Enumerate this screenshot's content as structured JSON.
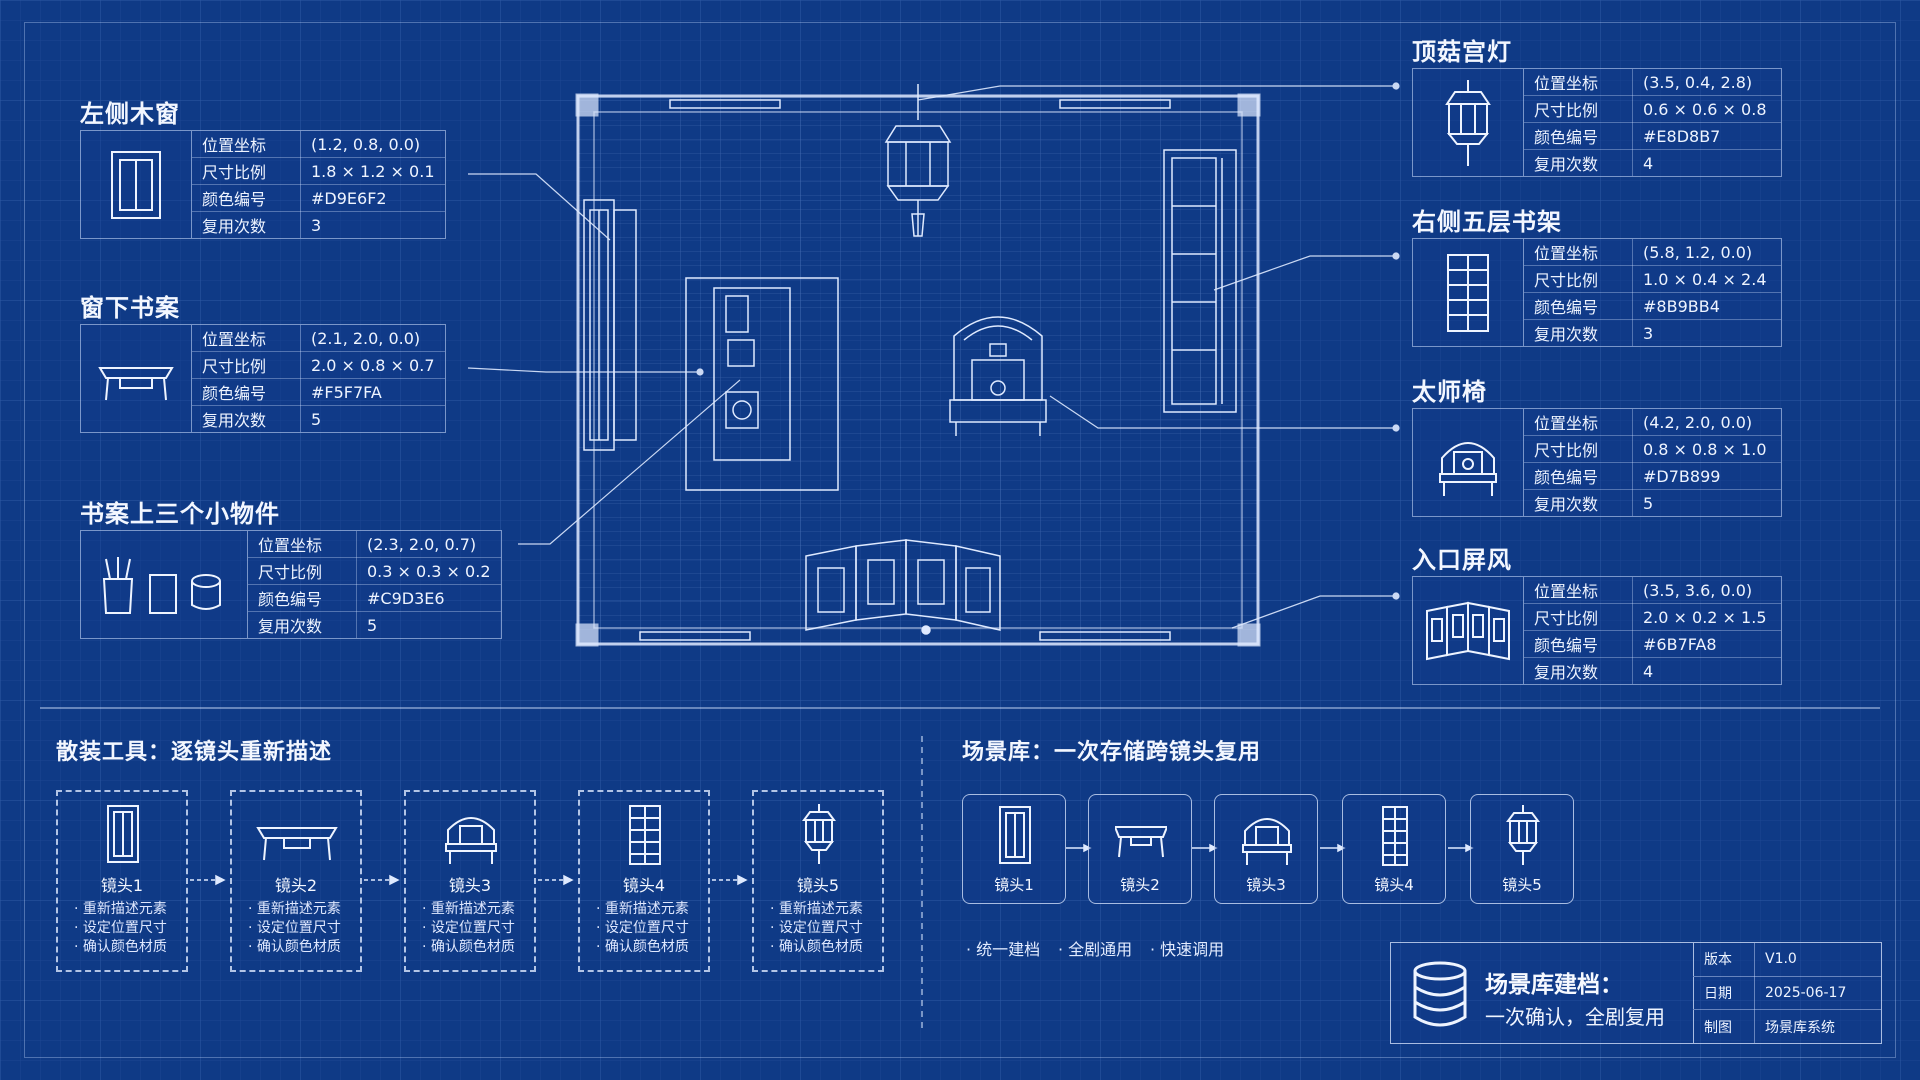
{
  "callouts": {
    "left_window": {
      "title": "左侧木窗",
      "rows": [
        {
          "k": "位置坐标",
          "v": "(1.2, 0.8, 0.0)"
        },
        {
          "k": "尺寸比例",
          "v": "1.8 × 1.2 × 0.1"
        },
        {
          "k": "颜色编号",
          "v": "#D9E6F2"
        },
        {
          "k": "复用次数",
          "v": "3"
        }
      ]
    },
    "desk": {
      "title": "窗下书案",
      "rows": [
        {
          "k": "位置坐标",
          "v": "(2.1, 2.0, 0.0)"
        },
        {
          "k": "尺寸比例",
          "v": "2.0 × 0.8 × 0.7"
        },
        {
          "k": "颜色编号",
          "v": "#F5F7FA"
        },
        {
          "k": "复用次数",
          "v": "5"
        }
      ]
    },
    "small_items": {
      "title": "书案上三个小物件",
      "rows": [
        {
          "k": "位置坐标",
          "v": "(2.3, 2.0, 0.7)"
        },
        {
          "k": "尺寸比例",
          "v": "0.3 × 0.3 × 0.2"
        },
        {
          "k": "颜色编号",
          "v": "#C9D3E6"
        },
        {
          "k": "复用次数",
          "v": "5"
        }
      ]
    },
    "lantern": {
      "title": "顶菇宫灯",
      "rows": [
        {
          "k": "位置坐标",
          "v": "(3.5, 0.4, 2.8)"
        },
        {
          "k": "尺寸比例",
          "v": "0.6 × 0.6 × 0.8"
        },
        {
          "k": "颜色编号",
          "v": "#E8D8B7"
        },
        {
          "k": "复用次数",
          "v": "4"
        }
      ]
    },
    "bookshelf": {
      "title": "右侧五层书架",
      "rows": [
        {
          "k": "位置坐标",
          "v": "(5.8, 1.2, 0.0)"
        },
        {
          "k": "尺寸比例",
          "v": "1.0 × 0.4 × 2.4"
        },
        {
          "k": "颜色编号",
          "v": "#8B9BB4"
        },
        {
          "k": "复用次数",
          "v": "3"
        }
      ]
    },
    "chair": {
      "title": "太师椅",
      "rows": [
        {
          "k": "位置坐标",
          "v": "(4.2, 2.0, 0.0)"
        },
        {
          "k": "尺寸比例",
          "v": "0.8 × 0.8 × 1.0"
        },
        {
          "k": "颜色编号",
          "v": "#D7B899"
        },
        {
          "k": "复用次数",
          "v": "5"
        }
      ]
    },
    "screen": {
      "title": "入口屏风",
      "rows": [
        {
          "k": "位置坐标",
          "v": "(3.5, 3.6, 0.0)"
        },
        {
          "k": "尺寸比例",
          "v": "2.0 × 0.2 × 1.5"
        },
        {
          "k": "颜色编号",
          "v": "#6B7FA8"
        },
        {
          "k": "复用次数",
          "v": "4"
        }
      ]
    }
  },
  "loose": {
    "title": "散装工具：逐镜头重新描述",
    "shots": [
      {
        "label": "镜头1",
        "icon": "window-icon"
      },
      {
        "label": "镜头2",
        "icon": "desk-icon"
      },
      {
        "label": "镜头3",
        "icon": "chair-icon"
      },
      {
        "label": "镜头4",
        "icon": "bookshelf-icon"
      },
      {
        "label": "镜头5",
        "icon": "lantern-icon"
      }
    ],
    "steps": [
      "· 重新描述元素",
      "· 设定位置尺寸",
      "· 确认颜色材质"
    ]
  },
  "library": {
    "title": "场景库：一次存储跨镜头复用",
    "shots": [
      {
        "label": "镜头1",
        "icon": "window-icon"
      },
      {
        "label": "镜头2",
        "icon": "desk-icon"
      },
      {
        "label": "镜头3",
        "icon": "chair-icon"
      },
      {
        "label": "镜头4",
        "icon": "bookshelf-icon"
      },
      {
        "label": "镜头5",
        "icon": "lantern-icon"
      }
    ],
    "features": [
      "· 统一建档",
      "· 全剧通用",
      "· 快速调用"
    ]
  },
  "archive": {
    "title": "场景库建档：",
    "subtitle": "一次确认，全剧复用",
    "icon": "database-icon",
    "meta": [
      {
        "k": "版本",
        "v": "V1.0"
      },
      {
        "k": "日期",
        "v": "2025-06-17"
      },
      {
        "k": "制图",
        "v": "场景库系统"
      }
    ]
  },
  "colors": {
    "background": "#0f3a86",
    "line": "#dfeaff"
  }
}
